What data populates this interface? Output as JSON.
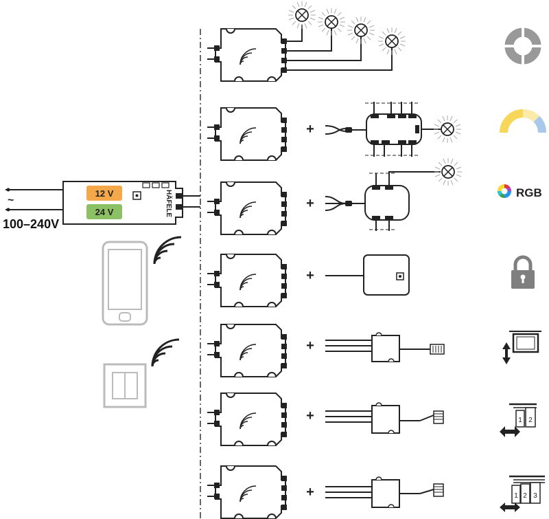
{
  "power_supply": {
    "input_label": "100–240V",
    "ac_symbol": "~",
    "voltage_a": "12 V",
    "voltage_b": "24 V",
    "brand": "HÄFELE"
  },
  "colors": {
    "voltage_a": "#f5a84a",
    "voltage_b": "#8cc064",
    "stroke": "#222222",
    "device_outline": "#bbbbbb",
    "icon_grey": "#999999",
    "lock_grey": "#7f7f7f"
  },
  "phone_icon": "smartphone-icon",
  "switch_icon": "wall-switch-icon",
  "rows": [
    {
      "connector": "",
      "accessory": "four-lamps",
      "function_icon": "white-light-icon",
      "function_label": ""
    },
    {
      "connector": "+",
      "accessory": "distributor-one-lamp",
      "function_icon": "tunable-white-icon",
      "function_label": ""
    },
    {
      "connector": "+",
      "accessory": "rgb-distributor-lamp",
      "function_icon": "rgb-color-wheel-icon",
      "function_label": "RGB"
    },
    {
      "connector": "+",
      "accessory": "lock-module",
      "function_icon": "lock-icon",
      "function_label": ""
    },
    {
      "connector": "+",
      "accessory": "tv-lift-adapter",
      "function_icon": "tv-lift-icon",
      "function_label": ""
    },
    {
      "connector": "+",
      "accessory": "two-panel-adapter",
      "function_icon": "two-sliding-doors-icon",
      "function_label": ""
    },
    {
      "connector": "+",
      "accessory": "three-panel-adapter",
      "function_icon": "three-sliding-doors-icon",
      "function_label": ""
    }
  ],
  "door_numbers_two": [
    "1",
    "2"
  ],
  "door_numbers_three": [
    "1",
    "2",
    "3"
  ]
}
